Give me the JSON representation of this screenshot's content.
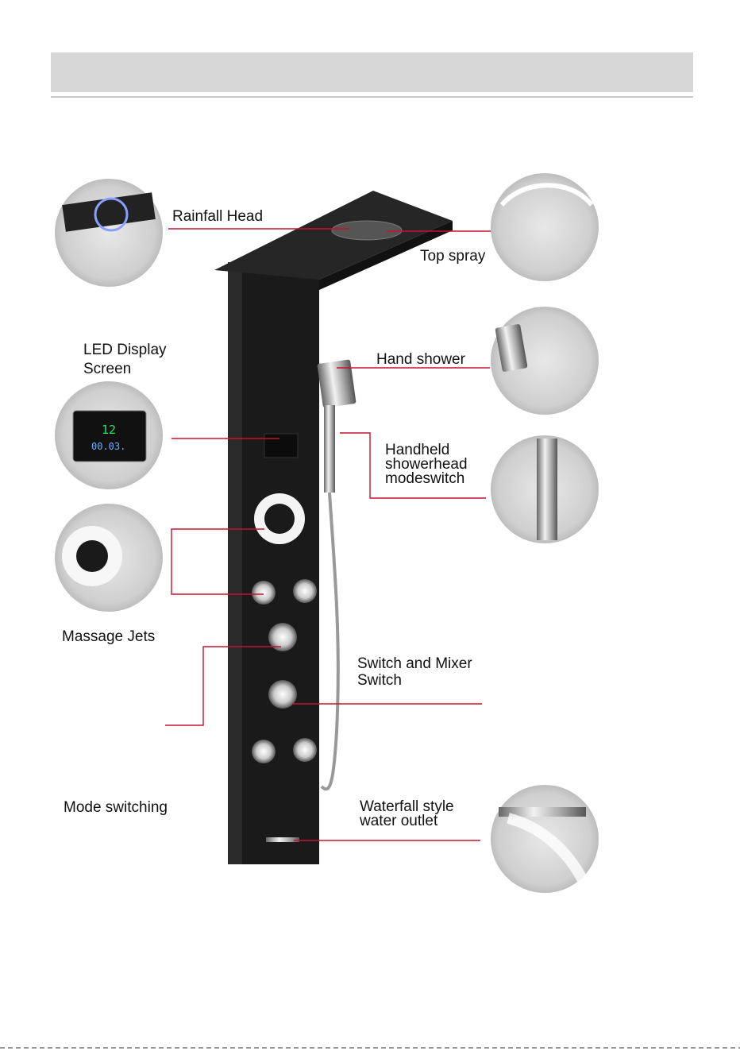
{
  "labels": {
    "rainfall_head": "Rainfall Head",
    "top_spray": "Top spray",
    "led_display": "LED Display\nScreen",
    "hand_shower": "Hand shower",
    "handheld_modeswitch": "Handheld\nshowerhead\nmodeswitch",
    "massage_jets": "Massage Jets",
    "switch_mixer": "Switch and Mixer\nSwitch",
    "mode_switching": "Mode switching",
    "waterfall_outlet": "Waterfall style\nwater outlet"
  },
  "display": {
    "readout_top": "12",
    "readout_bottom": "00.03."
  },
  "colors": {
    "callout_line": "#c8102e",
    "panel": "#1a1a1a",
    "header_bar": "#d7d7d7"
  }
}
